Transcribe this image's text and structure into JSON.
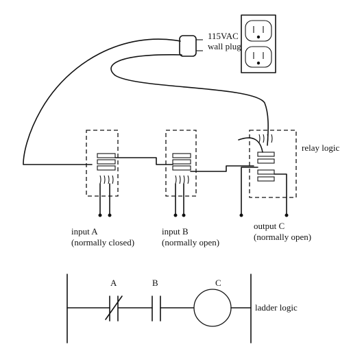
{
  "labels": {
    "plug_line1": "115VAC",
    "plug_line2": "wall plug",
    "relay_logic": "relay logic",
    "input_a_line1": "input A",
    "input_a_line2": "(normally closed)",
    "input_b_line1": "input B",
    "input_b_line2": "(normally open)",
    "output_c_line1": "output C",
    "output_c_line2": "(normally open)",
    "ladder_a": "A",
    "ladder_b": "B",
    "ladder_c": "C",
    "ladder_logic": "ladder logic"
  }
}
